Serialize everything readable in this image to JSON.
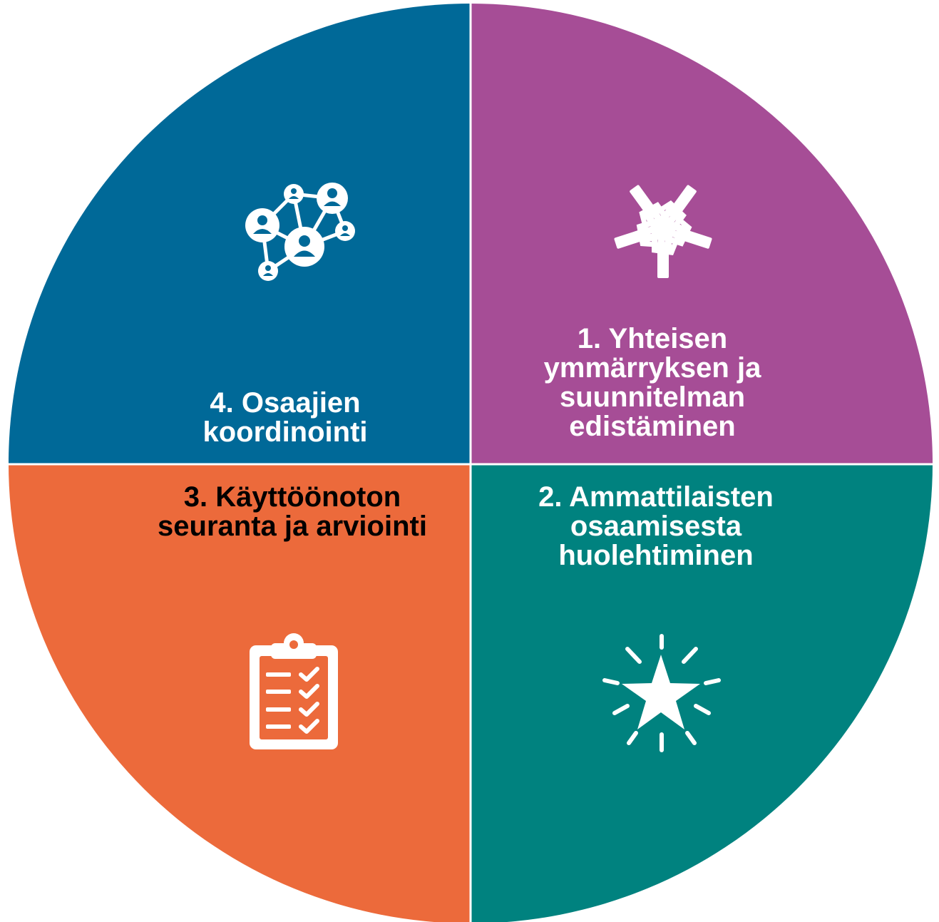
{
  "colors": {
    "q1": "#A64D96",
    "q2": "#00827F",
    "q3": "#EC6A3B",
    "q4": "#006998",
    "divider": "#ffffff",
    "icon": "#ffffff"
  },
  "quadrants": [
    {
      "id": "q1",
      "icon": "hands-together-icon",
      "lines": [
        "1. Yhteisen",
        "ymmärryksen ja",
        "suunnitelman",
        "edistäminen"
      ]
    },
    {
      "id": "q2",
      "icon": "shining-star-icon",
      "lines": [
        "2. Ammattilaisten",
        "osaamisesta",
        "huolehtiminen"
      ]
    },
    {
      "id": "q3",
      "icon": "clipboard-checklist-icon",
      "lines": [
        "3. Käyttöönoton",
        "seuranta ja arviointi"
      ]
    },
    {
      "id": "q4",
      "icon": "people-network-icon",
      "lines": [
        "4. Osaajien",
        "koordinointi"
      ]
    }
  ]
}
